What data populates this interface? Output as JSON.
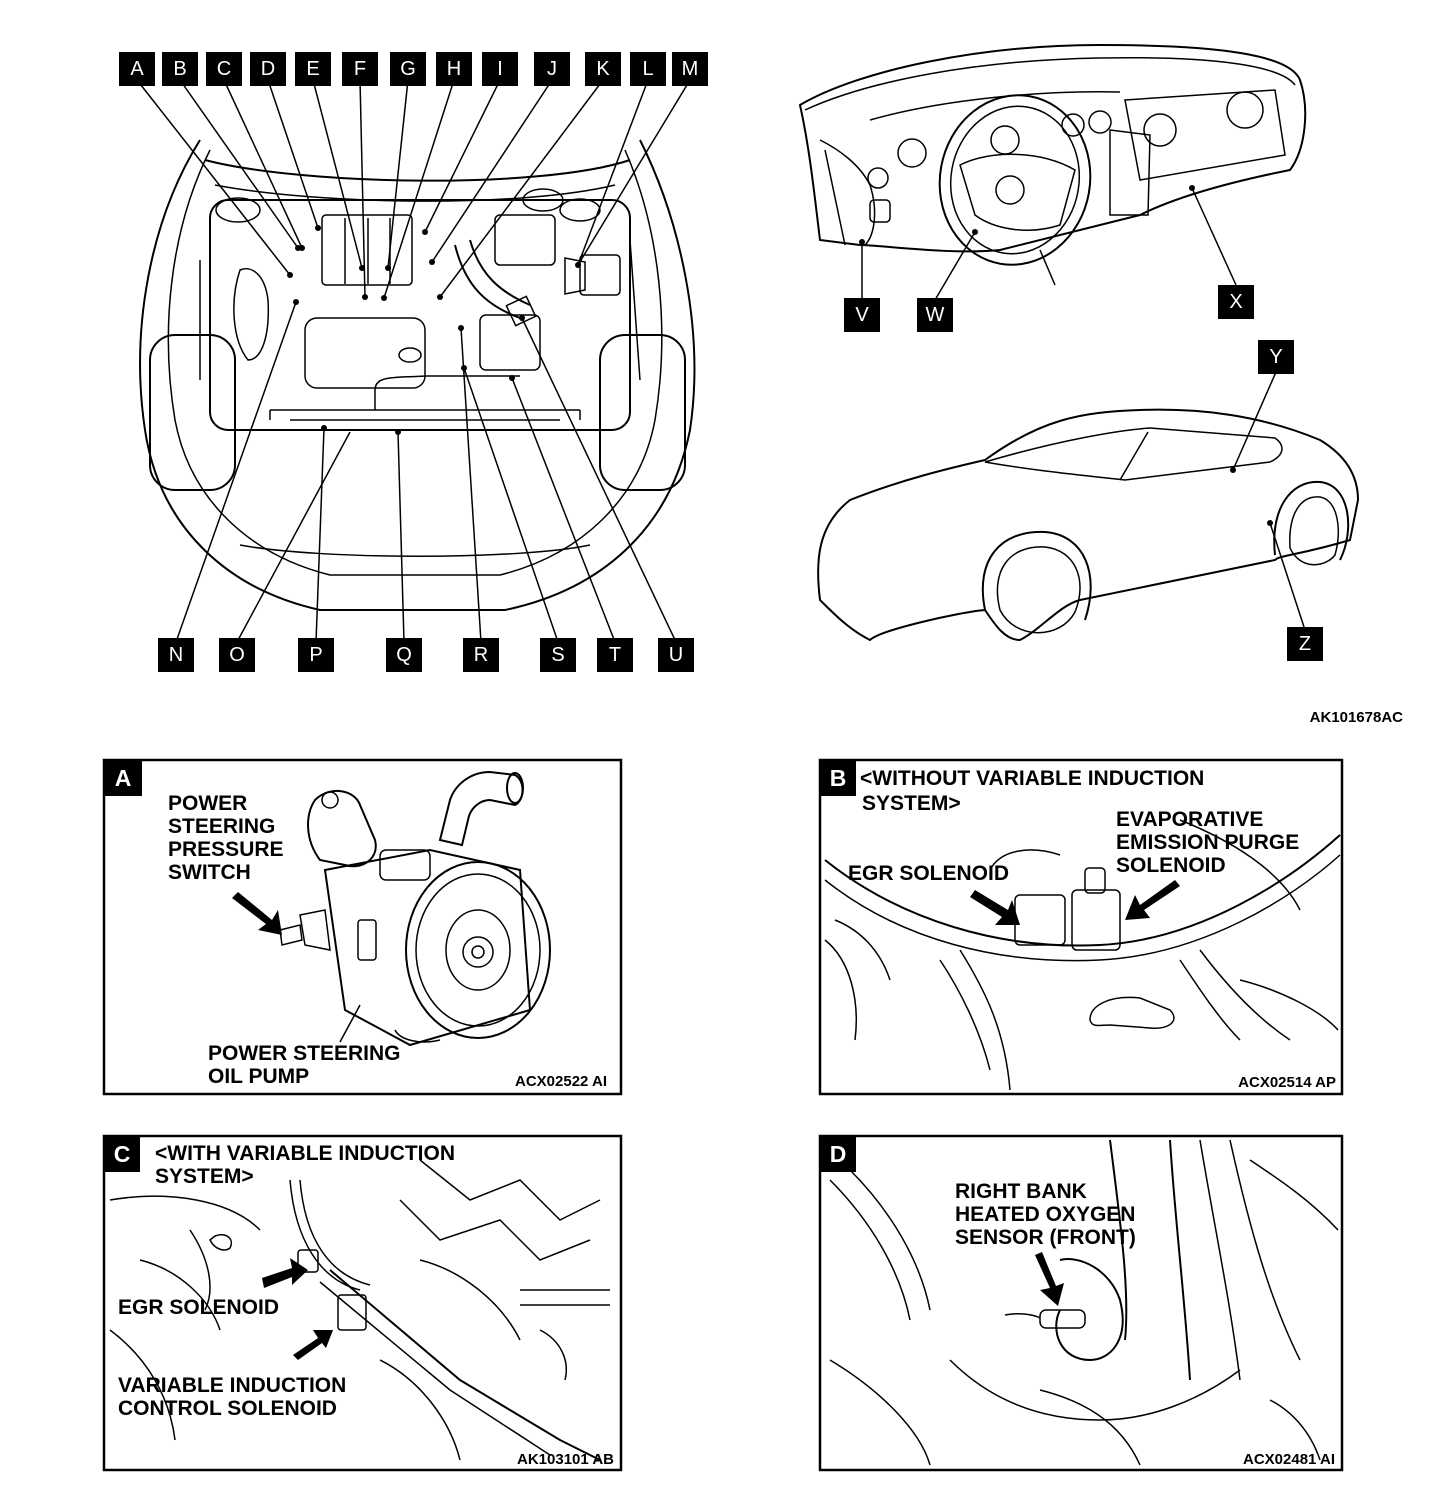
{
  "engine_labels": [
    "A",
    "B",
    "C",
    "D",
    "E",
    "F",
    "G",
    "H",
    "I",
    "J",
    "K",
    "L",
    "M"
  ],
  "engine_labels_bottom": [
    "N",
    "O",
    "P",
    "Q",
    "R",
    "S",
    "T",
    "U"
  ],
  "dash_labels": [
    "V",
    "W",
    "X"
  ],
  "body_labels": [
    "Y",
    "Z"
  ],
  "main_figure_code": "AK101678AC",
  "panels": {
    "a": {
      "badge": "A",
      "callout_1": [
        "POWER",
        "STEERING",
        "PRESSURE",
        "SWITCH"
      ],
      "callout_2": [
        "POWER STEERING",
        "OIL PUMP"
      ],
      "code": "ACX02522 AI"
    },
    "b": {
      "badge": "B",
      "title": [
        "<WITHOUT VARIABLE INDUCTION",
        "SYSTEM>"
      ],
      "callout_1": [
        "EVAPORATIVE",
        "EMISSION PURGE",
        "SOLENOID"
      ],
      "callout_2": [
        "EGR SOLENOID"
      ],
      "code": "ACX02514 AP"
    },
    "c": {
      "badge": "C",
      "title": [
        "<WITH VARIABLE INDUCTION",
        "SYSTEM>"
      ],
      "callout_1": [
        "EGR SOLENOID"
      ],
      "callout_2": [
        "VARIABLE INDUCTION",
        "CONTROL SOLENOID"
      ],
      "code": "AK103101 AB"
    },
    "d": {
      "badge": "D",
      "callout_1": [
        "RIGHT BANK",
        "HEATED OXYGEN",
        "SENSOR (FRONT)"
      ],
      "code": "ACX02481 AI"
    }
  }
}
